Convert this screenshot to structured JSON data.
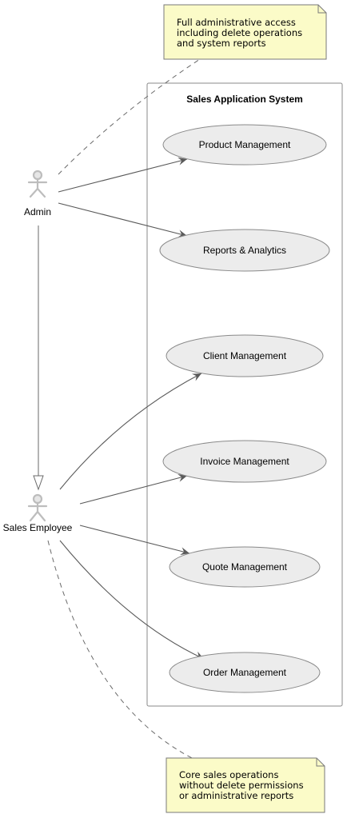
{
  "diagram": {
    "system": {
      "title": "Sales Application System"
    },
    "actors": {
      "admin": {
        "name": "Admin"
      },
      "sales_employee": {
        "name": "Sales Employee"
      }
    },
    "use_cases": {
      "product_management": "Product Management",
      "reports_analytics": "Reports & Analytics",
      "client_management": "Client Management",
      "invoice_management": "Invoice Management",
      "quote_management": "Quote Management",
      "order_management": "Order Management"
    },
    "notes": {
      "admin_note": [
        "Full administrative access",
        "including delete operations",
        "and system reports"
      ],
      "employee_note": [
        "Core sales operations",
        "without delete permissions",
        "or administrative reports"
      ]
    },
    "colors": {
      "note_fill": "#fbfbc8",
      "use_case_fill": "#ececec",
      "actor": "#bdbdbd"
    }
  }
}
